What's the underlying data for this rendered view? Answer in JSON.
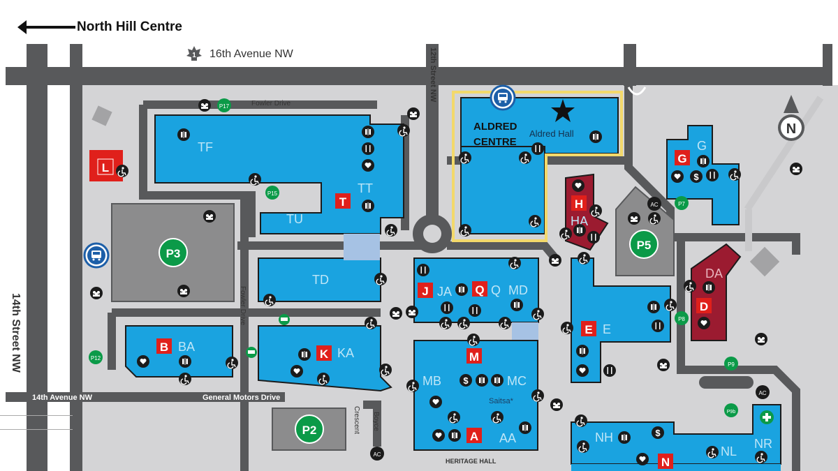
{
  "header": {
    "back_link": "North Hill Centre"
  },
  "streets": {
    "avenue_16": "16th Avenue NW",
    "street_12": "12th Street NW",
    "street_14": "14th Street NW",
    "avenue_14": "14th Avenue NW",
    "fowler_top": "Fowler Drive",
    "fowler_side": "Fowler Drive",
    "gm_drive": "General Motors Drive",
    "crescent": "Crescent",
    "boyce": "Boyce",
    "heritage_hall": "HERITAGE HALL",
    "highway_badge": "1"
  },
  "buildings": {
    "TF": "TF",
    "TT": "TT",
    "TU": "TU",
    "TD": "TD",
    "BA": "BA",
    "KA": "KA",
    "JA": "JA",
    "Q": "Q",
    "MD": "MD",
    "MB": "MB",
    "MC": "MC",
    "AA": "AA",
    "E": "E",
    "G": "G",
    "HA": "HA",
    "DA": "DA",
    "NH": "NH",
    "NL": "NL",
    "NR": "NR",
    "saitsa": "Saitsa*"
  },
  "markers": {
    "T": "T",
    "L": "L",
    "B": "B",
    "K": "K",
    "J": "J",
    "Q": "Q",
    "M": "M",
    "A": "A",
    "E": "E",
    "G": "G",
    "H": "H",
    "D": "D",
    "N": "N"
  },
  "parking": {
    "P2": "P2",
    "P3": "P3",
    "P5": "P5",
    "P7": "P7",
    "P8": "P8",
    "P9": "P9",
    "P12": "P12",
    "P15": "P15",
    "P17": "P17",
    "P9b": "P9b"
  },
  "highlight": {
    "centre": "ALDRED\nCENTRE",
    "centre_line1": "ALDRED",
    "centre_line2": "CENTRE",
    "hall": "Aldred Hall"
  },
  "badges": {
    "ac": "AC",
    "compass": "N"
  },
  "colors": {
    "building": "#1aa3e0",
    "road": "#58595b",
    "ground": "#d4d4d6",
    "marker_red": "#e0201b",
    "parking_green": "#0b9a48",
    "highlight_yellow": "#f3d96b",
    "dark_red_building": "#9b1b30"
  }
}
